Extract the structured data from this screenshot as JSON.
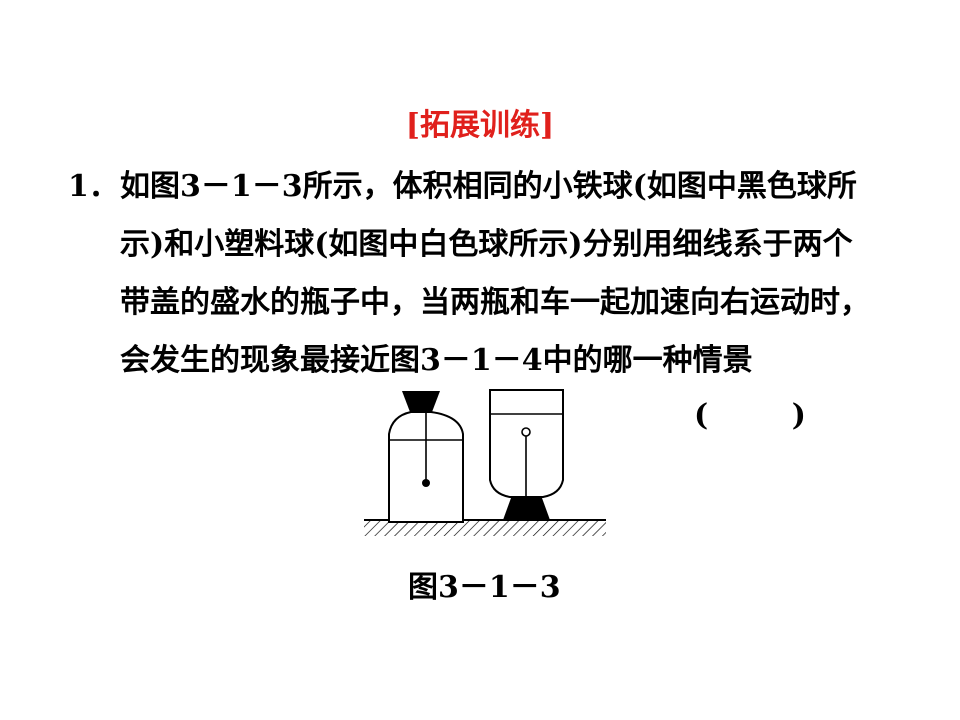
{
  "section_title": "[拓展训练]",
  "question": {
    "number": "1．",
    "lines": [
      "如图3－1－3所示，体积相同的小铁球(如图中黑色球所",
      "示)和小塑料球(如图中白色球所示)分别用细线系于两个",
      "带盖的盛水的瓶子中，当两瓶和车一起加速向右运动时，",
      "会发生的现象最接近图3－1－4中的哪一种情景"
    ],
    "answer_bracket": "(        )"
  },
  "figure": {
    "caption": "图3－1－3",
    "colors": {
      "line": "#000000",
      "cap": "#000000",
      "bottle_fill": "#ffffff"
    }
  }
}
